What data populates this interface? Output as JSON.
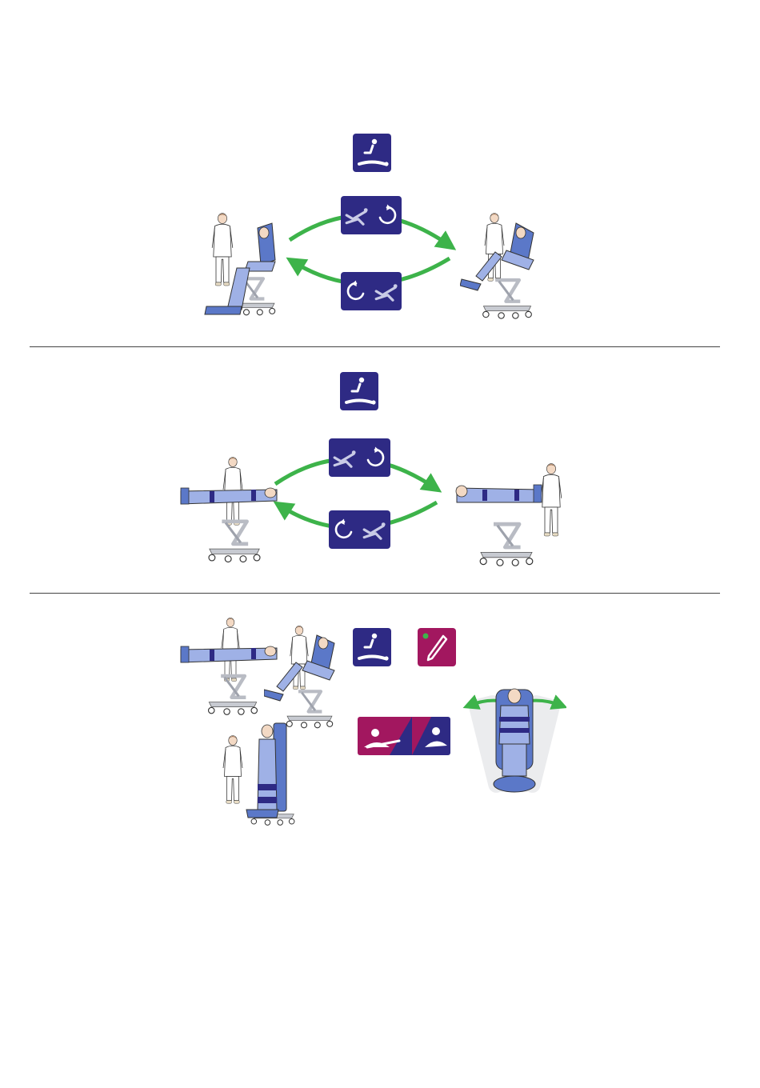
{
  "colors": {
    "navy": "#2e2a84",
    "magenta": "#a2175f",
    "arrow_green": "#3db34a",
    "chair_blue": "#5b78c8",
    "chair_blue_light": "#9fb1e6",
    "frame_gray": "#b9bcc4"
  },
  "sections": [
    {
      "mode_icon": "seat-to-lie-icon",
      "forward_icon": "recline-clockwise-icon",
      "backward_icon": "recline-counterclockwise-icon",
      "left_figure": "nurse-with-patient-sitting-chair",
      "right_figure": "nurse-with-patient-reclined-chair"
    },
    {
      "mode_icon": "seat-to-lie-icon",
      "forward_icon": "recline-clockwise-icon",
      "backward_icon": "recline-counterclockwise-icon",
      "left_figure": "nurse-with-patient-lying-flat",
      "right_figure": "nurse-with-patient-lying-flat-feet-raised"
    },
    {
      "mode_icon": "seat-to-lie-icon",
      "memory_icon": "pen-memory-icon",
      "rotate_left_icon": "patient-rotate-left-icon",
      "rotate_right_icon": "patient-rotate-right-icon",
      "figures": [
        "patient-lying-flat",
        "patient-reclined",
        "patient-standing"
      ],
      "front_view": "chair-front-view-rotation"
    }
  ]
}
